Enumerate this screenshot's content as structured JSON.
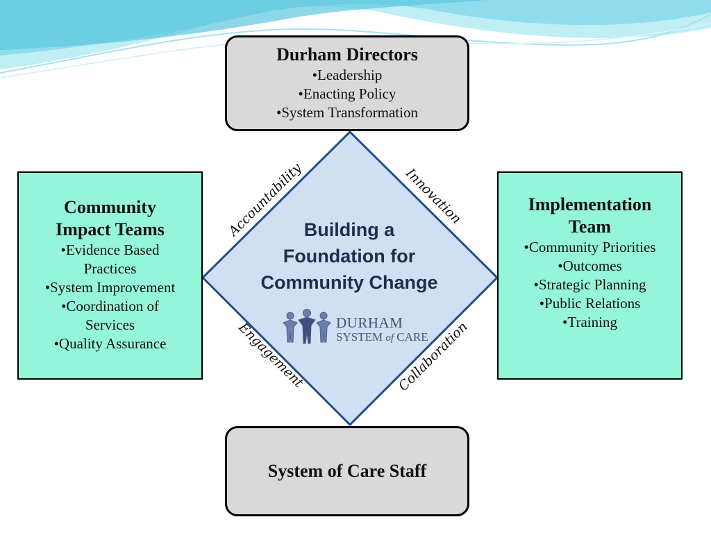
{
  "top_box": {
    "title": "Durham Directors",
    "items": [
      "•Leadership",
      "•Enacting Policy",
      "•System Transformation"
    ]
  },
  "left_box": {
    "title_line1": "Community",
    "title_line2": "Impact Teams",
    "items": [
      "•Evidence Based",
      "Practices",
      "•System Improvement",
      "•Coordination of",
      "Services",
      "•Quality Assurance"
    ]
  },
  "right_box": {
    "title_line1": "Implementation",
    "title_line2": "Team",
    "items": [
      "•Community Priorities",
      "•Outcomes",
      "•Strategic Planning",
      "•Public Relations",
      "•Training"
    ]
  },
  "bottom_box": {
    "title": "System of Care Staff"
  },
  "center": {
    "line1": "Building a",
    "line2": "Foundation for",
    "line3": "Community Change"
  },
  "edge_labels": {
    "top_left": "Accountability",
    "top_right": "Innovation",
    "bottom_left": "Engagement",
    "bottom_right": "Collaboration"
  },
  "logo": {
    "line1": "DURHAM",
    "line2_part1": "SYSTEM ",
    "line2_italic": "of",
    "line2_part2": " CARE"
  },
  "colors": {
    "diamond_fill": "#cfe0f2",
    "diamond_stroke": "#1f4e8c",
    "mint_box": "#94f5da",
    "gray_box": "#d9d9d9",
    "wave_light": "#bfeef5",
    "wave_mid": "#6fd0e6"
  }
}
